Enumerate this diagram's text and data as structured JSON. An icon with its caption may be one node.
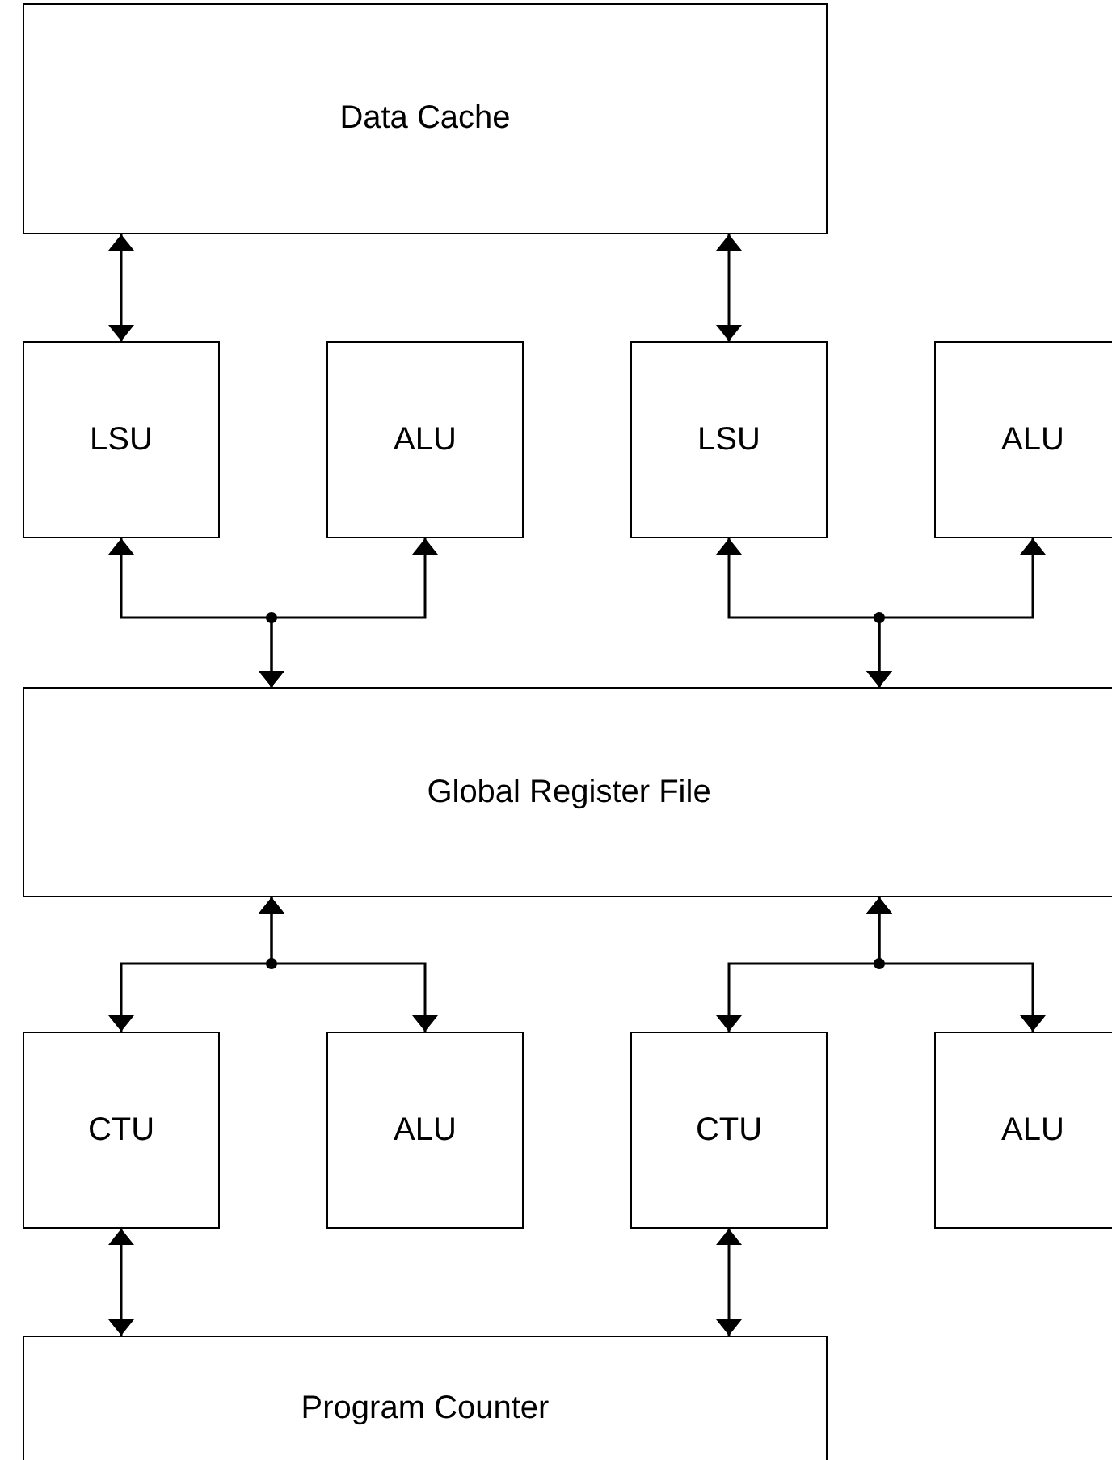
{
  "diagram": {
    "nodes": [
      {
        "text": [
          "Data Cache"
        ]
      },
      {
        "text": [
          "LSU"
        ]
      },
      {
        "text": [
          "ALU"
        ]
      },
      {
        "text": [
          "LSU"
        ]
      },
      {
        "text": [
          "ALU"
        ]
      },
      {
        "text": [
          "Global Register File"
        ]
      },
      {
        "text": [
          "CTU"
        ]
      },
      {
        "text": [
          "ALU"
        ]
      },
      {
        "text": [
          "CTU"
        ]
      },
      {
        "text": [
          "ALU"
        ]
      },
      {
        "text": [
          "Program Counter"
        ]
      }
    ],
    "edges": [
      {
        "from": 0,
        "to": 1,
        "arrow": "both"
      },
      {
        "from": 0,
        "to": 3,
        "arrow": "both"
      },
      {
        "from": 1,
        "to": 5,
        "arrow": "both"
      },
      {
        "from": 2,
        "to": 5,
        "arrow": "both"
      },
      {
        "from": 3,
        "to": 5,
        "arrow": "both"
      },
      {
        "from": 4,
        "to": 5,
        "arrow": "both"
      },
      {
        "from": 5,
        "to": 6,
        "arrow": "both"
      },
      {
        "from": 5,
        "to": 7,
        "arrow": "both"
      },
      {
        "from": 5,
        "to": 8,
        "arrow": "both"
      },
      {
        "from": 5,
        "to": 9,
        "arrow": "both"
      },
      {
        "from": 6,
        "to": 10,
        "arrow": "both"
      },
      {
        "from": 8,
        "to": 10,
        "arrow": "both"
      }
    ]
  }
}
